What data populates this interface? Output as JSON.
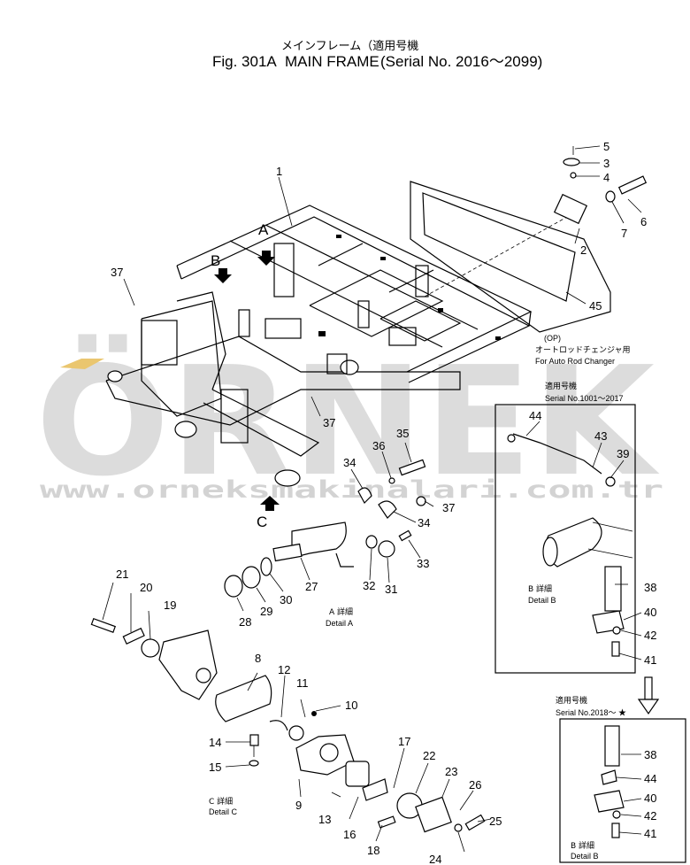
{
  "title": {
    "jp_line": "メインフレーム（適用号機",
    "en_prefix": "Fig. 301A",
    "en_name": "MAIN FRAME",
    "serial": "(Serial No. 2016～2099)"
  },
  "watermark": {
    "logo": "ÖRNEK",
    "url": "www.orneksmakinalari.com.tr"
  },
  "parts": [
    "1",
    "2",
    "3",
    "4",
    "5",
    "6",
    "7",
    "8",
    "9",
    "10",
    "11",
    "12",
    "13",
    "14",
    "15",
    "16",
    "17",
    "18",
    "19",
    "20",
    "21",
    "22",
    "23",
    "24",
    "25",
    "26",
    "27",
    "28",
    "29",
    "30",
    "31",
    "32",
    "33",
    "34",
    "35",
    "36",
    "37",
    "38",
    "39",
    "40",
    "41",
    "42",
    "43",
    "44",
    "45"
  ],
  "view_markers": {
    "a": "A",
    "b": "B",
    "c": "C"
  },
  "notes": {
    "op": "(OP)",
    "op_jp": "オートロッドチェンジャ用",
    "op_en": "For Auto Rod Changer",
    "serial_old_jp": "適用号機",
    "serial_old_en": "Serial No.1001～2017",
    "serial_new_jp": "適用号機",
    "serial_new_en": "Serial No.2018～ ★"
  },
  "details": {
    "a_jp": "A 詳細",
    "a_en": "Detail A",
    "b_jp": "B 詳細",
    "b_en": "Detail B",
    "c_jp": "C 詳細",
    "c_en": "Detail C"
  }
}
